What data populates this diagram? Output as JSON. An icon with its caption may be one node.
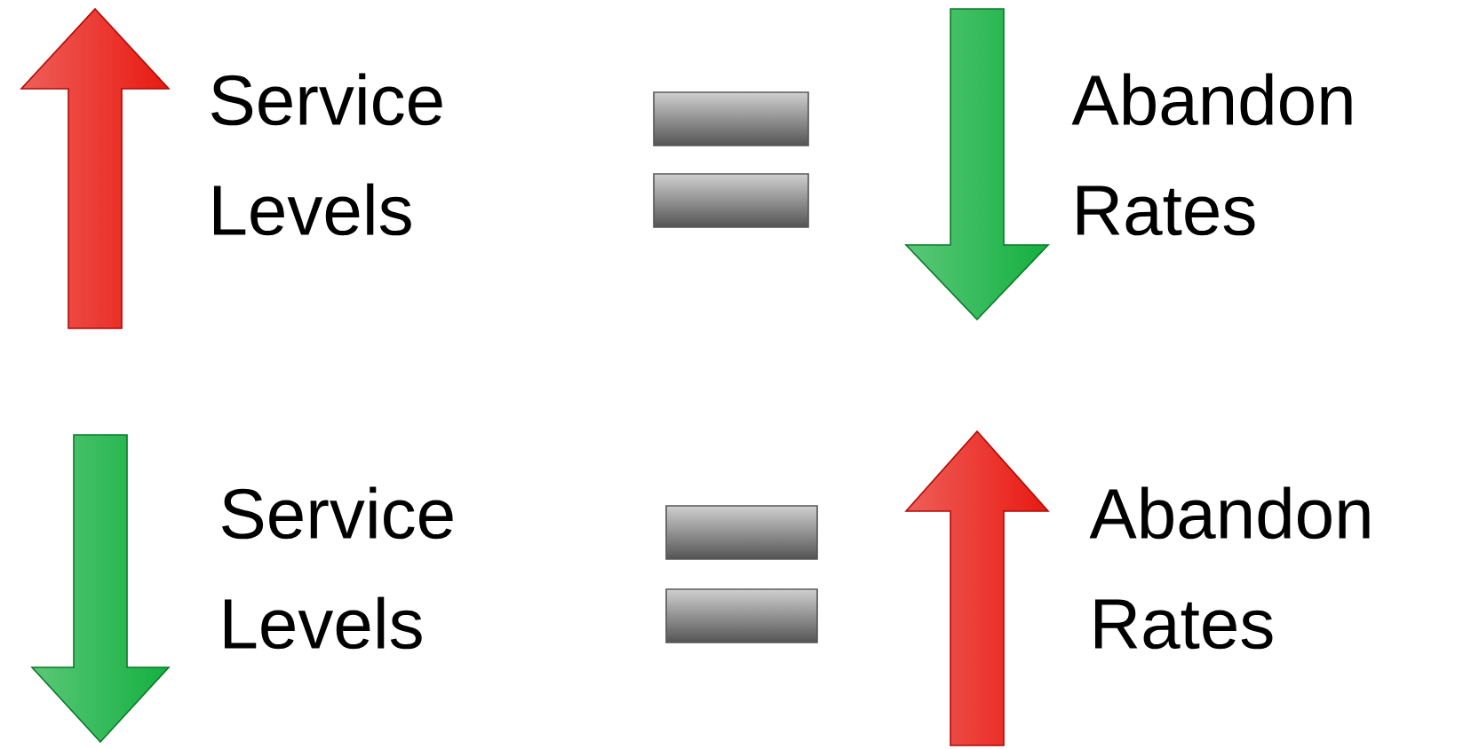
{
  "diagram": {
    "labels": [
      "Service Levels",
      "Abandon Rates",
      "Service Levels",
      "Abandon Rates"
    ]
  }
}
